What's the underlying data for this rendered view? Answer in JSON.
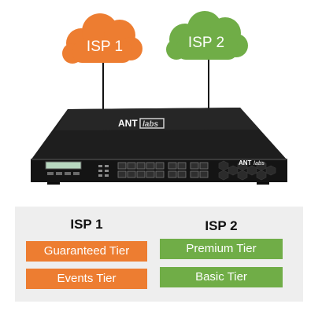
{
  "colors": {
    "isp1": "#ed7d31",
    "isp2": "#70ad47",
    "panel": "#eeeeee",
    "device_body": "#1c1c1c"
  },
  "clouds": [
    {
      "label": "ISP 1",
      "icon": "cloud-icon",
      "color": "#ed7d31"
    },
    {
      "label": "ISP 2",
      "icon": "cloud-icon",
      "color": "#70ad47"
    }
  ],
  "device": {
    "icon": "network-gateway-device",
    "logo_main": "ANT",
    "logo_sub": "labs"
  },
  "tiers": {
    "isp1": {
      "heading": "ISP 1",
      "items": [
        "Guaranteed Tier",
        "Events Tier"
      ]
    },
    "isp2": {
      "heading": "ISP 2",
      "items": [
        "Premium Tier",
        "Basic Tier"
      ]
    }
  }
}
